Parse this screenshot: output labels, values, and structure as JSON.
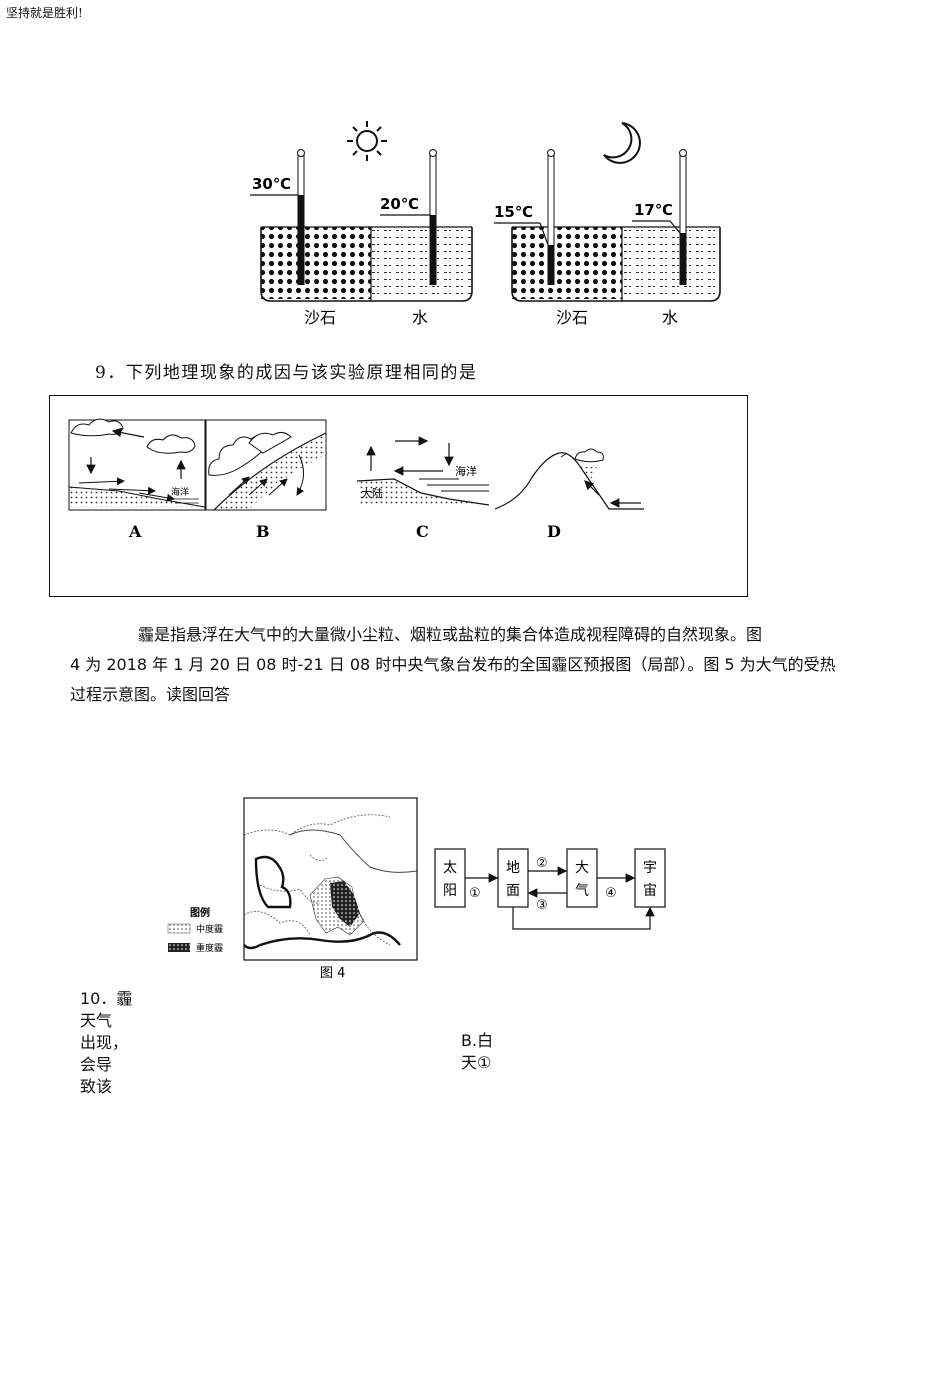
{
  "header": {
    "text": "坚持就是胜利!"
  },
  "experiment": {
    "day": {
      "sand_temp": "30℃",
      "water_temp": "20℃"
    },
    "night": {
      "sand_temp": "15℃",
      "water_temp": "17℃"
    },
    "sand_label": "沙石",
    "water_label": "水"
  },
  "q9": {
    "stem": "9．下列地理现象的成因与该实验原理相同的是",
    "panels": {
      "a": "A",
      "b": "B",
      "c": "C",
      "d": "D"
    },
    "a_sea": "海洋",
    "c_sea": "海洋",
    "c_land": "大陆"
  },
  "passage": {
    "line1": "霾是指悬浮在大气中的大量微小尘粒、烟粒或盐粒的集合体造成视程障碍的自然现象。图",
    "line2": "4 为 2018 年 1 月 20 日 08 时-21 日 08 时中央气象台发布的全国霾区预报图（局部）。图 5 为大气的受热",
    "line3": "过程示意图。读图回答"
  },
  "map": {
    "legend_title": "图例",
    "legend_moderate": "中度霾",
    "legend_heavy": "重度霾",
    "caption": "图 4"
  },
  "flow": {
    "sun": [
      "太",
      "阳"
    ],
    "ground": [
      "地",
      "面"
    ],
    "atmosphere": [
      "大",
      "气"
    ],
    "space": [
      "宇",
      "宙"
    ],
    "n1": "①",
    "n2": "②",
    "n3": "③",
    "n4": "④"
  },
  "q10": {
    "fragment_lines": [
      "10．霾",
      "天气",
      "出现，",
      "会导",
      "致该"
    ],
    "option_b_lines": [
      "B.白",
      "天①"
    ]
  }
}
